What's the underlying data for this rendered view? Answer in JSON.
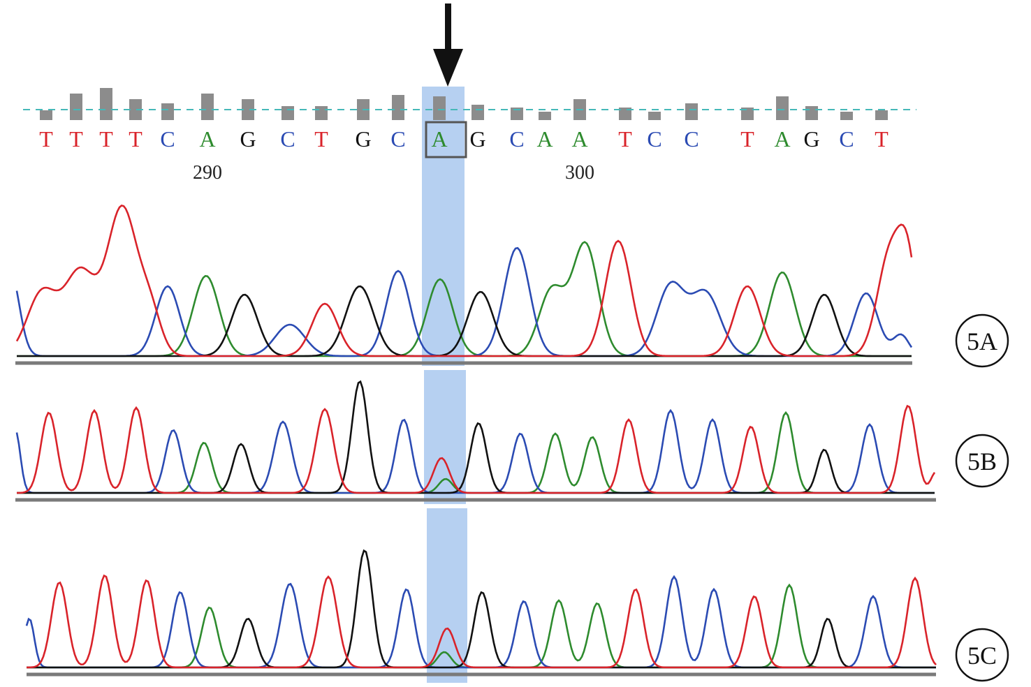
{
  "figure": {
    "sequence": [
      {
        "base": "T"
      },
      {
        "base": "T"
      },
      {
        "base": "T"
      },
      {
        "base": "T"
      },
      {
        "base": "C"
      },
      {
        "base": "A"
      },
      {
        "base": "G"
      },
      {
        "base": "C"
      },
      {
        "base": "T"
      },
      {
        "base": "G"
      },
      {
        "base": "C"
      },
      {
        "base": "A"
      },
      {
        "base": "G"
      },
      {
        "base": "C"
      },
      {
        "base": "A"
      },
      {
        "base": "A"
      },
      {
        "base": "T"
      },
      {
        "base": "C"
      },
      {
        "base": "C"
      },
      {
        "base": "T"
      },
      {
        "base": "A"
      },
      {
        "base": "G"
      },
      {
        "base": "C"
      },
      {
        "base": "T"
      }
    ],
    "quality_levels": [
      0.2,
      0.8,
      1.0,
      0.6,
      0.45,
      0.8,
      0.6,
      0.35,
      0.35,
      0.6,
      0.75,
      0.7,
      0.4,
      0.3,
      0.15,
      0.6,
      0.3,
      0.15,
      0.45,
      0.3,
      0.7,
      0.35,
      0.15,
      0.2
    ],
    "highlighted_index": 11,
    "position_labels": [
      {
        "text": "290",
        "index": 5
      },
      {
        "text": "300",
        "index": 15
      }
    ],
    "panels": [
      {
        "label": "5A"
      },
      {
        "label": "5B"
      },
      {
        "label": "5C"
      }
    ],
    "colors": {
      "A": "#2e8b2e",
      "C": "#2b4bb3",
      "G": "#111111",
      "T": "#d9232a",
      "highlight": "#a9c8ee",
      "quality_bar": "#8c8c8c",
      "threshold_line": "#46b8b8",
      "baseline": "#7a7a7a",
      "arrow": "#111111"
    },
    "icons": {
      "arrow": "down-arrow-icon"
    }
  }
}
